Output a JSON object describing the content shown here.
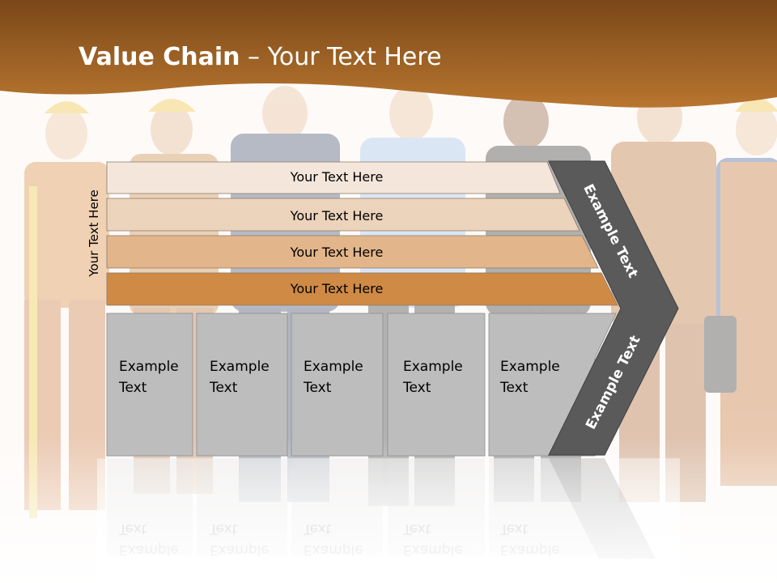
{
  "slide": {
    "title_bold": "Value Chain",
    "title_rest": " – Your Text Here"
  },
  "side_label": "Your Text Here",
  "bands": [
    {
      "label": "Your Text Here",
      "color": "#f4e6da"
    },
    {
      "label": "Your Text Here",
      "color": "#ecd3bb"
    },
    {
      "label": "Your Text Here",
      "color": "#e3b58a"
    },
    {
      "label": "Your Text Here",
      "color": "#cf8a45"
    }
  ],
  "boxes": [
    {
      "line1": "Example",
      "line2": "Text"
    },
    {
      "line1": "Example",
      "line2": "Text"
    },
    {
      "line1": "Example",
      "line2": "Text"
    },
    {
      "line1": "Example",
      "line2": "Text"
    },
    {
      "line1": "Example",
      "line2": "Text"
    }
  ],
  "chevron_upper_label": "Example Text",
  "chevron_lower_label": "Example Text",
  "colors": {
    "header_brown": "#9a5c1e",
    "box_gray": "#bdbdbd",
    "chevron_gray": "#5a5a5a"
  }
}
